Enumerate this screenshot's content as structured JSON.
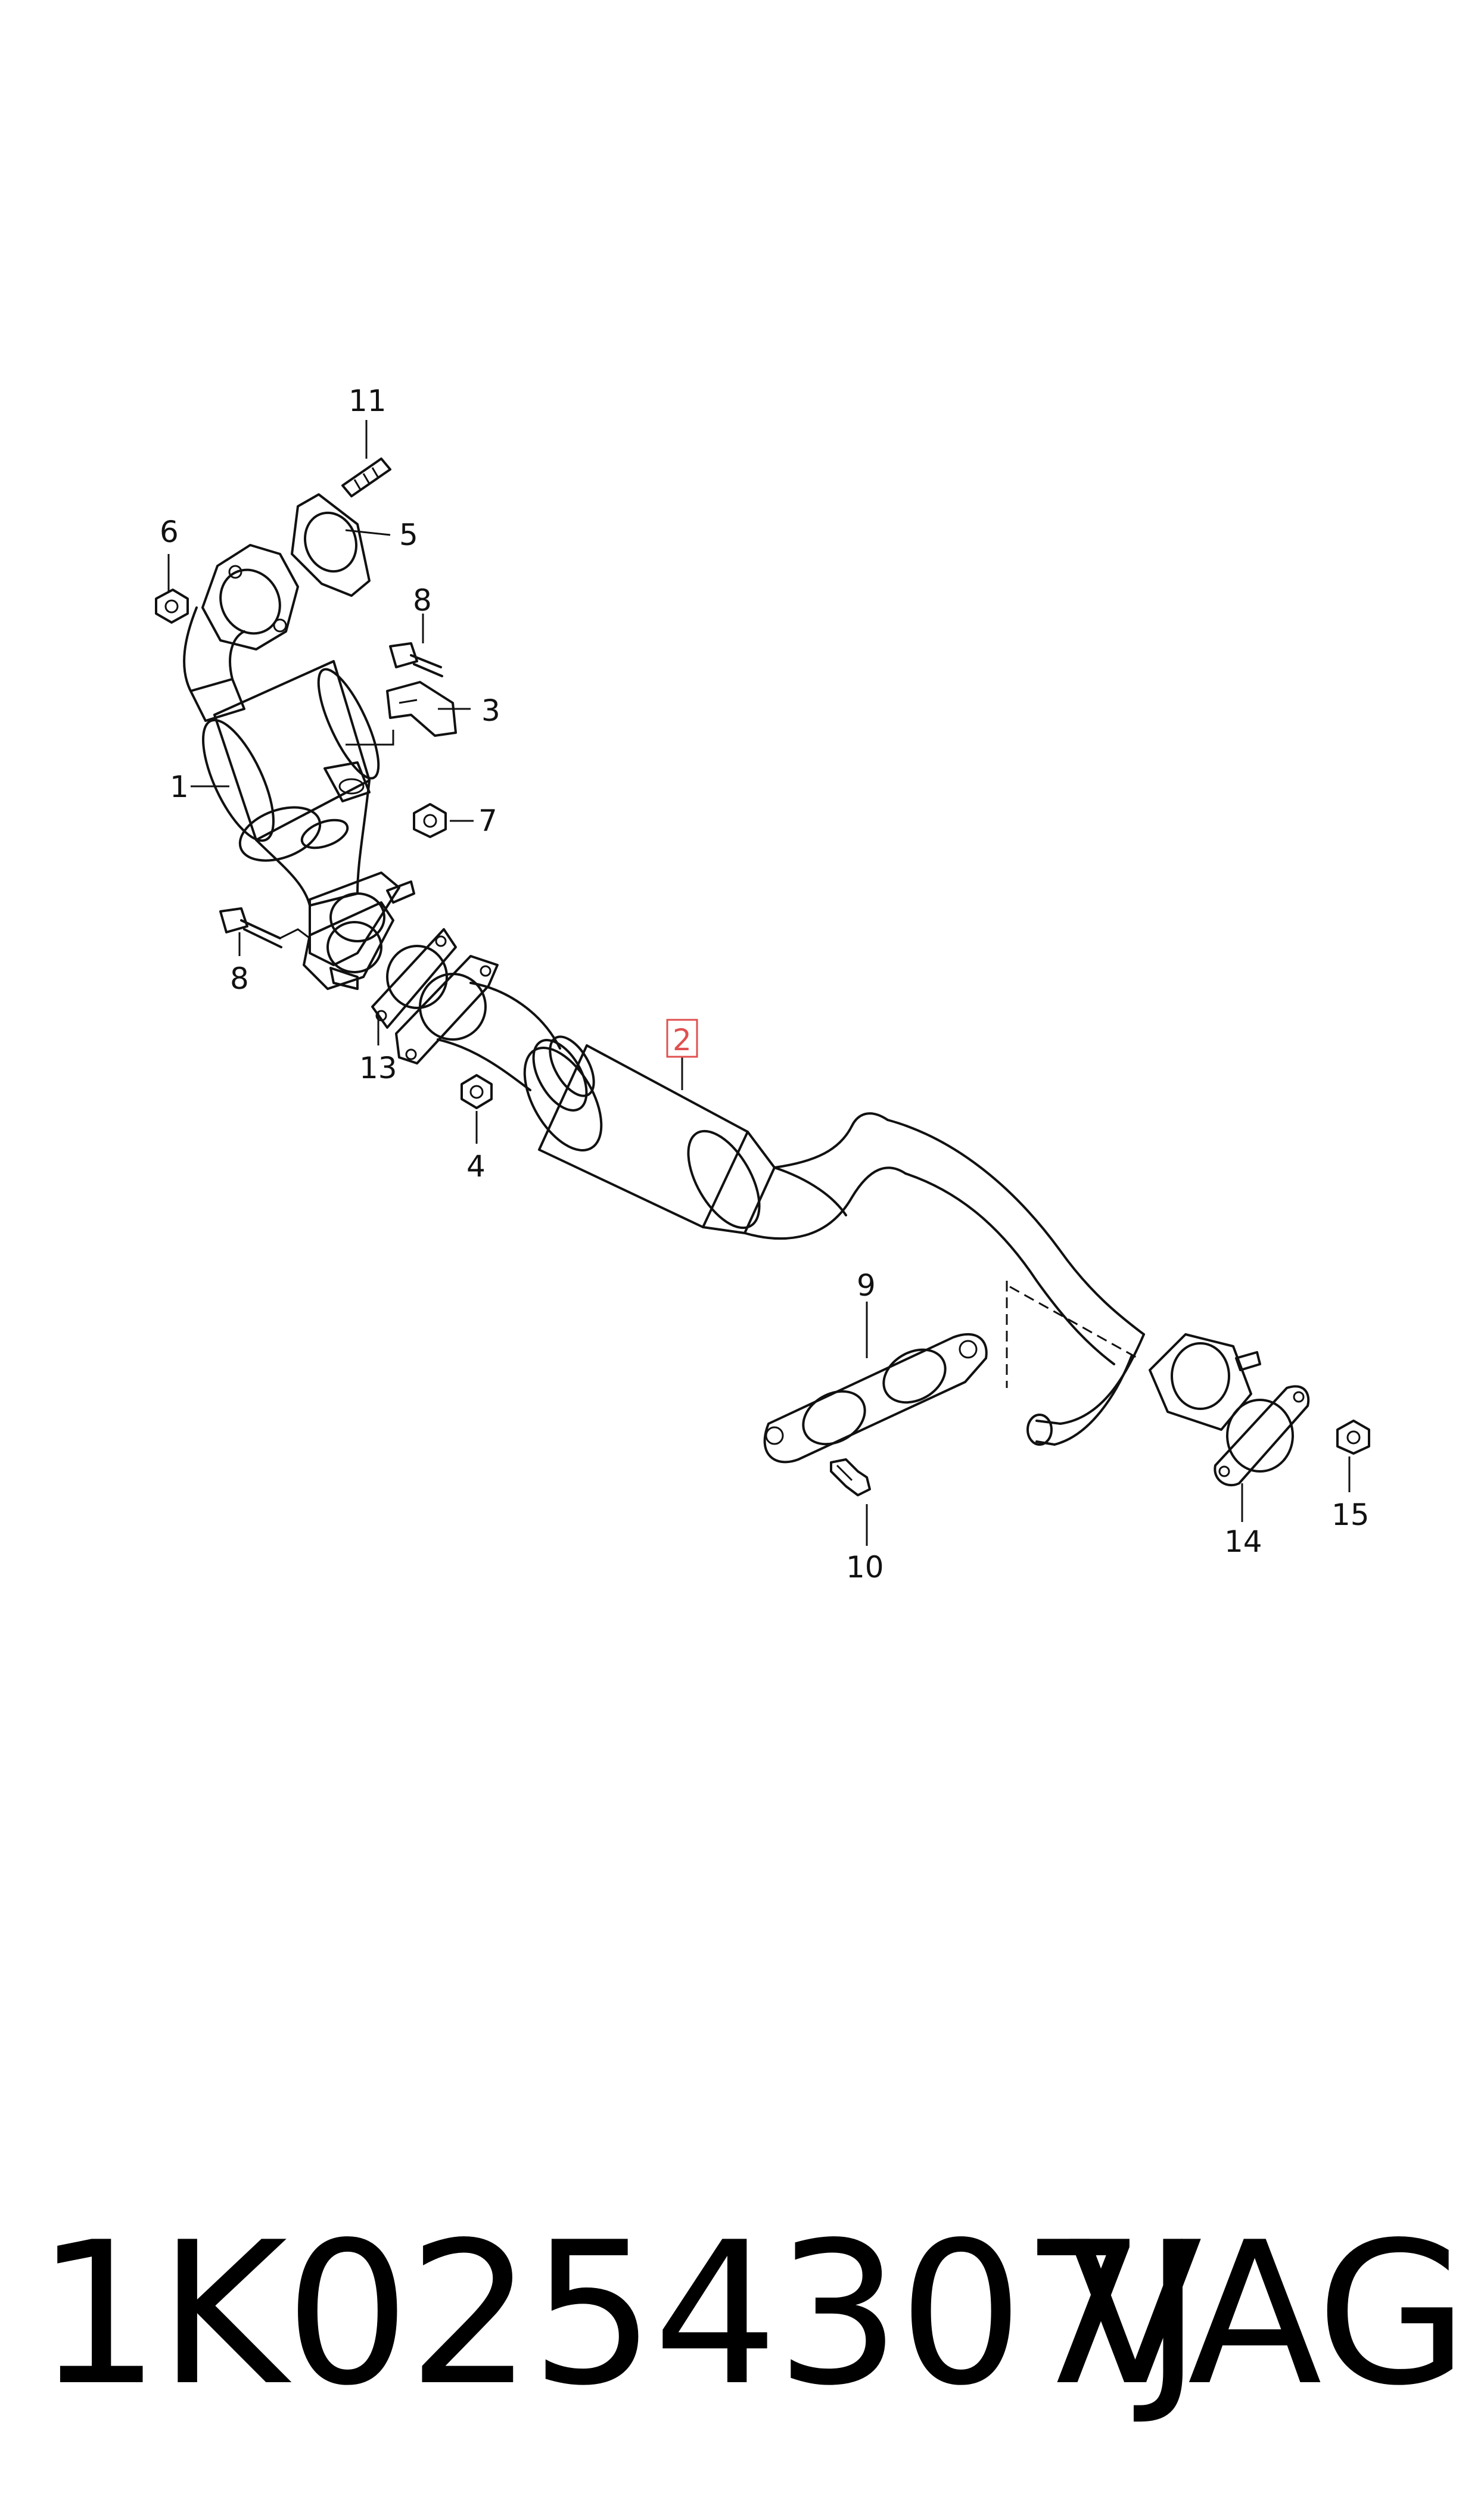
{
  "callouts": {
    "c1": "1",
    "c2": "2",
    "c3": "3",
    "c4": "4",
    "c5": "5",
    "c6": "6",
    "c7": "7",
    "c8a": "8",
    "c8b": "8",
    "c9": "9",
    "c10": "10",
    "c11": "11",
    "c13": "13",
    "c14": "14",
    "c15": "15"
  },
  "highlight_color": "#e05050",
  "footer": {
    "part_number": "1K0254307J",
    "brand": "VAG"
  }
}
